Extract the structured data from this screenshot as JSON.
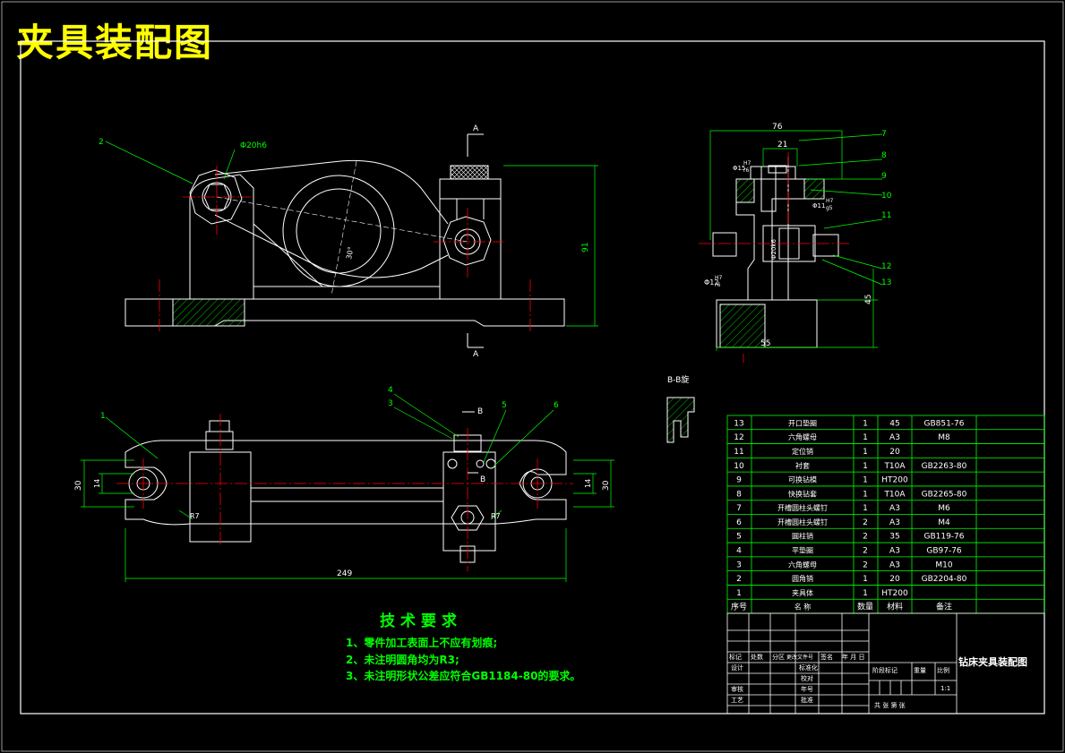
{
  "title": "夹具装配图",
  "drawing_title": "钻床夹具装配图",
  "section_label": "B-B旋",
  "section_marks": {
    "a_top": "A",
    "a_bottom": "A",
    "b_top": "B",
    "b_mid": "B"
  },
  "tech_req": {
    "heading": "技术要求",
    "items": [
      "1、零件加工表面上不应有划痕;",
      "2、未注明圆角均为R3;",
      "3、未注明形状公差应符合GB1184-80的要求。"
    ]
  },
  "dimensions": {
    "phi20h6": "Φ20h6",
    "d91": "91",
    "angle30": "30°",
    "d76": "76",
    "d21": "21",
    "d45": "45",
    "d55": "55",
    "phi15": "Φ15",
    "phi15_fit_top": "H7",
    "phi15_fit_bot": "r6",
    "phi11": "Φ11",
    "phi11_fit_top": "H7",
    "phi11_fit_bot": "g5",
    "phi20k6": "Φ20k6",
    "phi12": "Φ12",
    "phi12_fit_top": "H7",
    "phi12_fit_bot": "r6",
    "d30l": "30",
    "d14l": "14",
    "d30r": "30",
    "d14r": "14",
    "d249": "249",
    "r7l": "R7",
    "r7r": "R7"
  },
  "balloons": {
    "front": [
      "2"
    ],
    "top": [
      "1",
      "4",
      "3",
      "5",
      "6"
    ],
    "side": [
      "7",
      "8",
      "9",
      "10",
      "11",
      "12",
      "13"
    ]
  },
  "parts_list": {
    "rows": [
      {
        "no": "13",
        "name": "开口垫圈",
        "qty": "1",
        "mat": "45",
        "std": "GB851-76"
      },
      {
        "no": "12",
        "name": "六角螺母",
        "qty": "1",
        "mat": "A3",
        "std": "M8"
      },
      {
        "no": "11",
        "name": "定位销",
        "qty": "1",
        "mat": "20",
        "std": ""
      },
      {
        "no": "10",
        "name": "衬套",
        "qty": "1",
        "mat": "T10A",
        "std": "GB2263-80"
      },
      {
        "no": "9",
        "name": "可换钻模",
        "qty": "1",
        "mat": "HT200",
        "std": ""
      },
      {
        "no": "8",
        "name": "快换钻套",
        "qty": "1",
        "mat": "T10A",
        "std": "GB2265-80"
      },
      {
        "no": "7",
        "name": "开槽圆柱头螺钉",
        "qty": "1",
        "mat": "A3",
        "std": "M6"
      },
      {
        "no": "6",
        "name": "开槽圆柱头螺钉",
        "qty": "2",
        "mat": "A3",
        "std": "M4"
      },
      {
        "no": "5",
        "name": "圆柱销",
        "qty": "2",
        "mat": "35",
        "std": "GB119-76"
      },
      {
        "no": "4",
        "name": "平垫圈",
        "qty": "2",
        "mat": "A3",
        "std": "GB97-76"
      },
      {
        "no": "3",
        "name": "六角螺母",
        "qty": "2",
        "mat": "A3",
        "std": "M10"
      },
      {
        "no": "2",
        "name": "圆角销",
        "qty": "1",
        "mat": "20",
        "std": "GB2204-80"
      },
      {
        "no": "1",
        "name": "夹具体",
        "qty": "1",
        "mat": "HT200",
        "std": ""
      }
    ],
    "header": {
      "no": "序号",
      "name": "名 称",
      "qty": "数量",
      "mat": "材料",
      "std": "备注"
    }
  },
  "title_block": {
    "mark_row": [
      "标记",
      "处数",
      "分区",
      "更改文件号",
      "签名",
      "年 月 日"
    ],
    "design": "设计",
    "standard": "标准化",
    "check": "审核",
    "craft": "工艺",
    "approve": "批准",
    "proofread": "校对",
    "date_code": "年号",
    "stage": "阶段标记",
    "weight": "重量",
    "scale": "比例",
    "scale_value": "1:1",
    "sheets": "共 张 第 张"
  },
  "colors": {
    "outline": "#ffffff",
    "dimension": "#00ff00",
    "center": "#ff0000",
    "title": "#ffff00",
    "frame": "#ffffff"
  }
}
